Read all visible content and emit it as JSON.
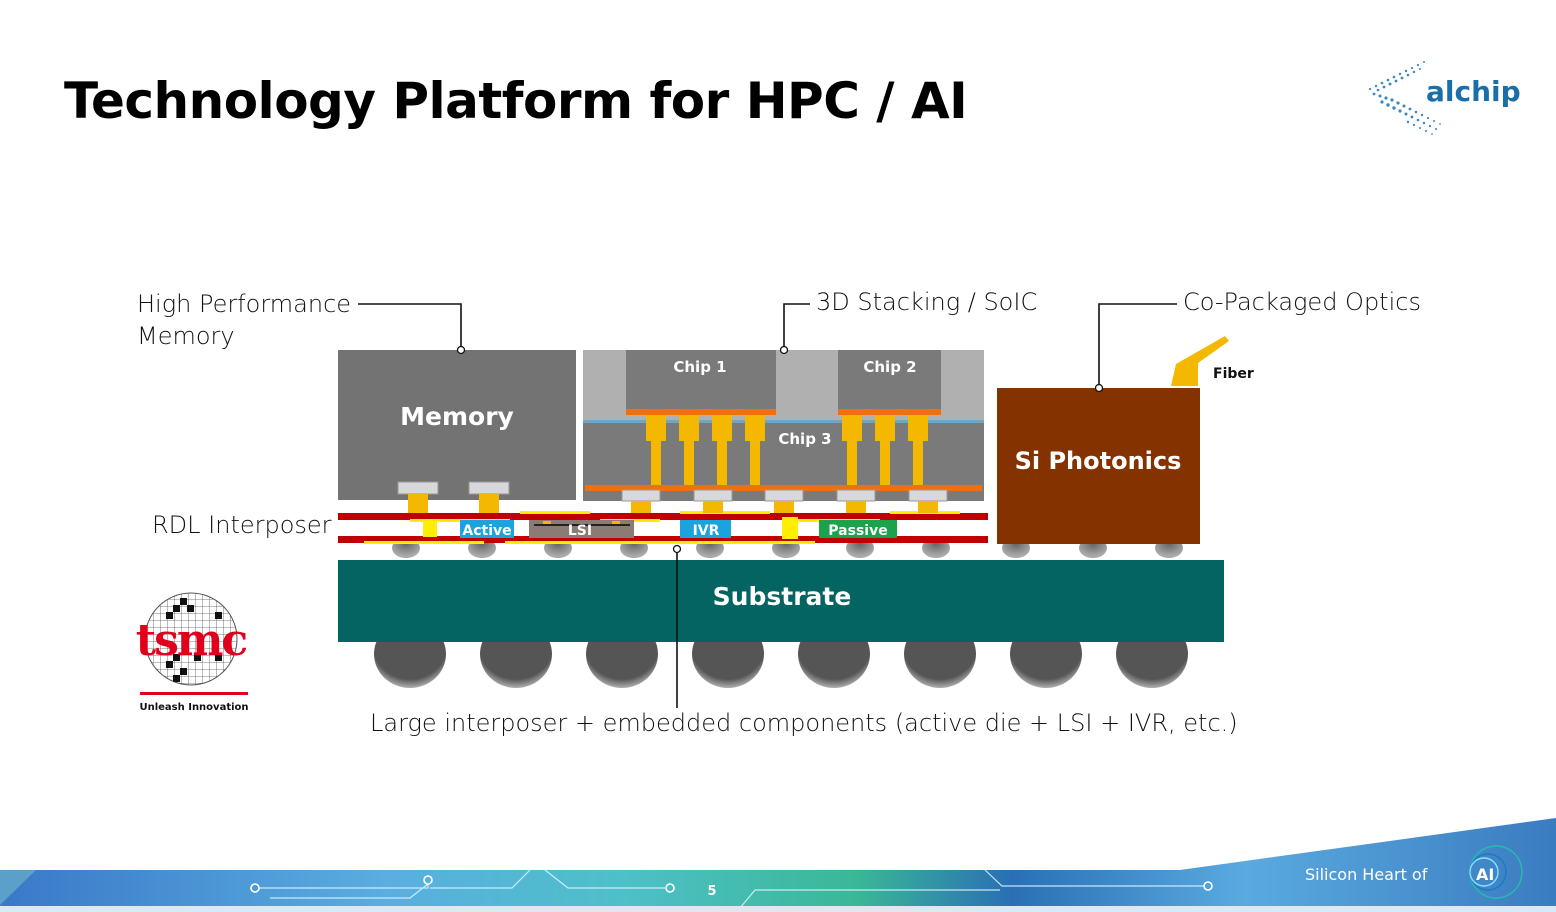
{
  "slide": {
    "title": "Technology Platform for HPC / AI",
    "page_number": "5",
    "tagline": "Silicon Heart of",
    "tagline_badge": "AI"
  },
  "logos": {
    "alchip": "alchip",
    "tsmc": "tsmc",
    "tsmc_slogan": "Unleash Innovation"
  },
  "callouts": {
    "memory_line1": "High Performance",
    "memory_line2": "Memory",
    "stacking": "3D Stacking / SoIC",
    "optics": "Co-Packaged Optics",
    "rdl": "RDL Interposer",
    "interposer": "Large interposer + embedded components (active die + LSI + IVR, etc.)"
  },
  "components": {
    "memory": "Memory",
    "chip1": "Chip 1",
    "chip2": "Chip 2",
    "chip3": "Chip 3",
    "si_photonics": "Si Photonics",
    "fiber": "Fiber",
    "substrate": "Substrate",
    "active": "Active",
    "lsi": "LSI",
    "ivr": "IVR",
    "passive": "Passive"
  },
  "colors": {
    "memory": "#737373",
    "chip_gray": "#7a7a7a",
    "mold_light": "#b0b0b0",
    "orange": "#f07010",
    "gold": "#f5b800",
    "substrate": "#036462",
    "photonics": "#843200",
    "rdl_red": "#c00000",
    "rdl_yellow": "#ffee00",
    "active_blue": "#1aa3dc",
    "passive_green": "#1aa34a",
    "lsi_brown": "#8c7b74",
    "tsmc_red": "#e0001b",
    "alchip_blue": "#1a6fa8"
  }
}
